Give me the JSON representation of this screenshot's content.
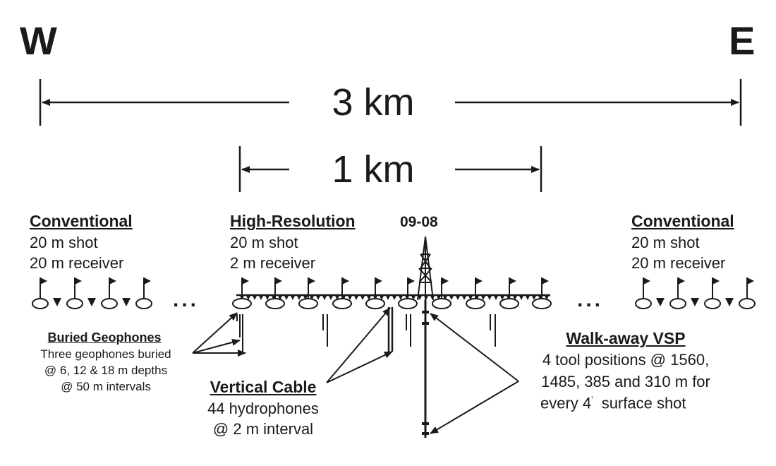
{
  "directions": {
    "west": "W",
    "east": "E"
  },
  "distances": {
    "outer": "3 km",
    "inner": "1 km"
  },
  "well": {
    "label": "09-08"
  },
  "left_conventional": {
    "title": "Conventional",
    "line1": "20 m shot",
    "line2": "20 m receiver"
  },
  "high_resolution": {
    "title": "High-Resolution",
    "line1": "20 m shot",
    "line2": "2 m receiver"
  },
  "right_conventional": {
    "title": "Conventional",
    "line1": "20 m shot",
    "line2": "20 m receiver"
  },
  "ellipsis": "...",
  "buried_geophones": {
    "title": "Buried Geophones",
    "line1": "Three geophones buried",
    "line2": "@ 6, 12 & 18 m depths",
    "line3": "@ 50 m intervals"
  },
  "vertical_cable": {
    "title": "Vertical Cable",
    "line1": "44 hydrophones",
    "line2": "@ 2 m interval"
  },
  "walkaway_vsp": {
    "title": "Walk-away VSP",
    "line1": "4 tool positions @ 1560,",
    "line2": "1485, 385 and 310 m for",
    "line3": "every 4",
    "line3b": "surface shot"
  },
  "colors": {
    "ink": "#1a1a1a",
    "background": "#ffffff"
  },
  "icons": [
    "flag-icon",
    "geophone-triangle-icon",
    "shot-ellipse-icon",
    "drilling-rig-icon"
  ]
}
